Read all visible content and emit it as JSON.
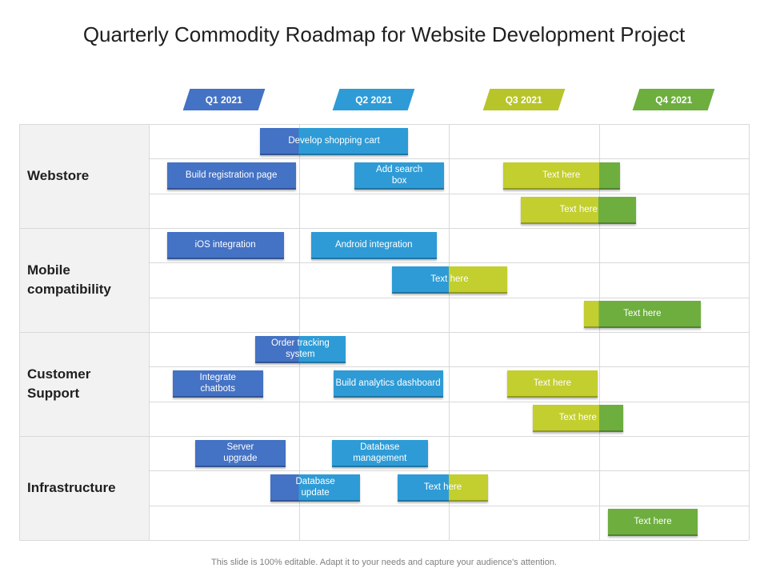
{
  "title": "Quarterly Commodity Roadmap for Website Development Project",
  "quarters": [
    {
      "label": "Q1 2021",
      "color": "#4472C4"
    },
    {
      "label": "Q2 2021",
      "color": "#2E9BD6"
    },
    {
      "label": "Q3 2021",
      "color": "#B8C52A"
    },
    {
      "label": "Q4 2021",
      "color": "#6DAE3F"
    }
  ],
  "groups": [
    {
      "label": "Webstore"
    },
    {
      "label": "Mobile compatibility"
    },
    {
      "label": "Customer Support"
    },
    {
      "label": "Infrastructure"
    }
  ],
  "tasks": [
    {
      "label": "Develop shopping cart",
      "start": 0.74,
      "end": 1.73,
      "row": 0,
      "colors": [
        "#4472C4",
        "#2E9BD6"
      ]
    },
    {
      "label": "Build registration page",
      "start": 0.12,
      "end": 0.98,
      "row": 1,
      "colors": [
        "#4472C4"
      ]
    },
    {
      "label": "Add search box",
      "start": 1.37,
      "end": 1.97,
      "row": 1,
      "colors": [
        "#2E9BD6"
      ]
    },
    {
      "label": "Text here",
      "start": 2.36,
      "end": 3.14,
      "row": 1,
      "colors": [
        "#C3CE2F",
        "#6DAE3F"
      ]
    },
    {
      "label": "Text here",
      "start": 2.48,
      "end": 3.25,
      "row": 2,
      "colors": [
        "#C3CE2F",
        "#6DAE3F"
      ]
    },
    {
      "label": "iOS integration",
      "start": 0.12,
      "end": 0.9,
      "row": 3,
      "colors": [
        "#4472C4"
      ]
    },
    {
      "label": "Android integration",
      "start": 1.08,
      "end": 1.92,
      "row": 3,
      "colors": [
        "#2E9BD6"
      ]
    },
    {
      "label": "Text here",
      "start": 1.62,
      "end": 2.39,
      "row": 4,
      "colors": [
        "#2E9BD6",
        "#C3CE2F"
      ]
    },
    {
      "label": "Text here",
      "start": 2.9,
      "end": 3.68,
      "row": 5,
      "colors": [
        "#C3CE2F",
        "#6DAE3F"
      ]
    },
    {
      "label": "Order tracking system",
      "start": 0.71,
      "end": 1.31,
      "row": 6,
      "colors": [
        "#4472C4",
        "#2E9BD6"
      ]
    },
    {
      "label": "Integrate chatbots",
      "start": 0.16,
      "end": 0.76,
      "row": 7,
      "colors": [
        "#4472C4"
      ]
    },
    {
      "label": "Build analytics dashboard",
      "start": 1.23,
      "end": 1.96,
      "row": 7,
      "colors": [
        "#2E9BD6"
      ]
    },
    {
      "label": "Text here",
      "start": 2.39,
      "end": 2.99,
      "row": 7,
      "colors": [
        "#C3CE2F"
      ]
    },
    {
      "label": "Text here",
      "start": 2.56,
      "end": 3.16,
      "row": 8,
      "colors": [
        "#C3CE2F",
        "#6DAE3F"
      ]
    },
    {
      "label": "Server upgrade",
      "start": 0.31,
      "end": 0.91,
      "row": 9,
      "colors": [
        "#4472C4"
      ]
    },
    {
      "label": "Database management",
      "start": 1.22,
      "end": 1.86,
      "row": 9,
      "colors": [
        "#2E9BD6"
      ]
    },
    {
      "label": "Database update",
      "start": 0.81,
      "end": 1.41,
      "row": 10,
      "colors": [
        "#4472C4",
        "#2E9BD6"
      ]
    },
    {
      "label": "Text here",
      "start": 1.66,
      "end": 2.26,
      "row": 10,
      "colors": [
        "#2E9BD6",
        "#C3CE2F"
      ]
    },
    {
      "label": "Text here",
      "start": 3.06,
      "end": 3.66,
      "row": 11,
      "colors": [
        "#6DAE3F"
      ]
    }
  ],
  "footer": "This slide is 100% editable. Adapt it to your needs and capture your audience's attention."
}
